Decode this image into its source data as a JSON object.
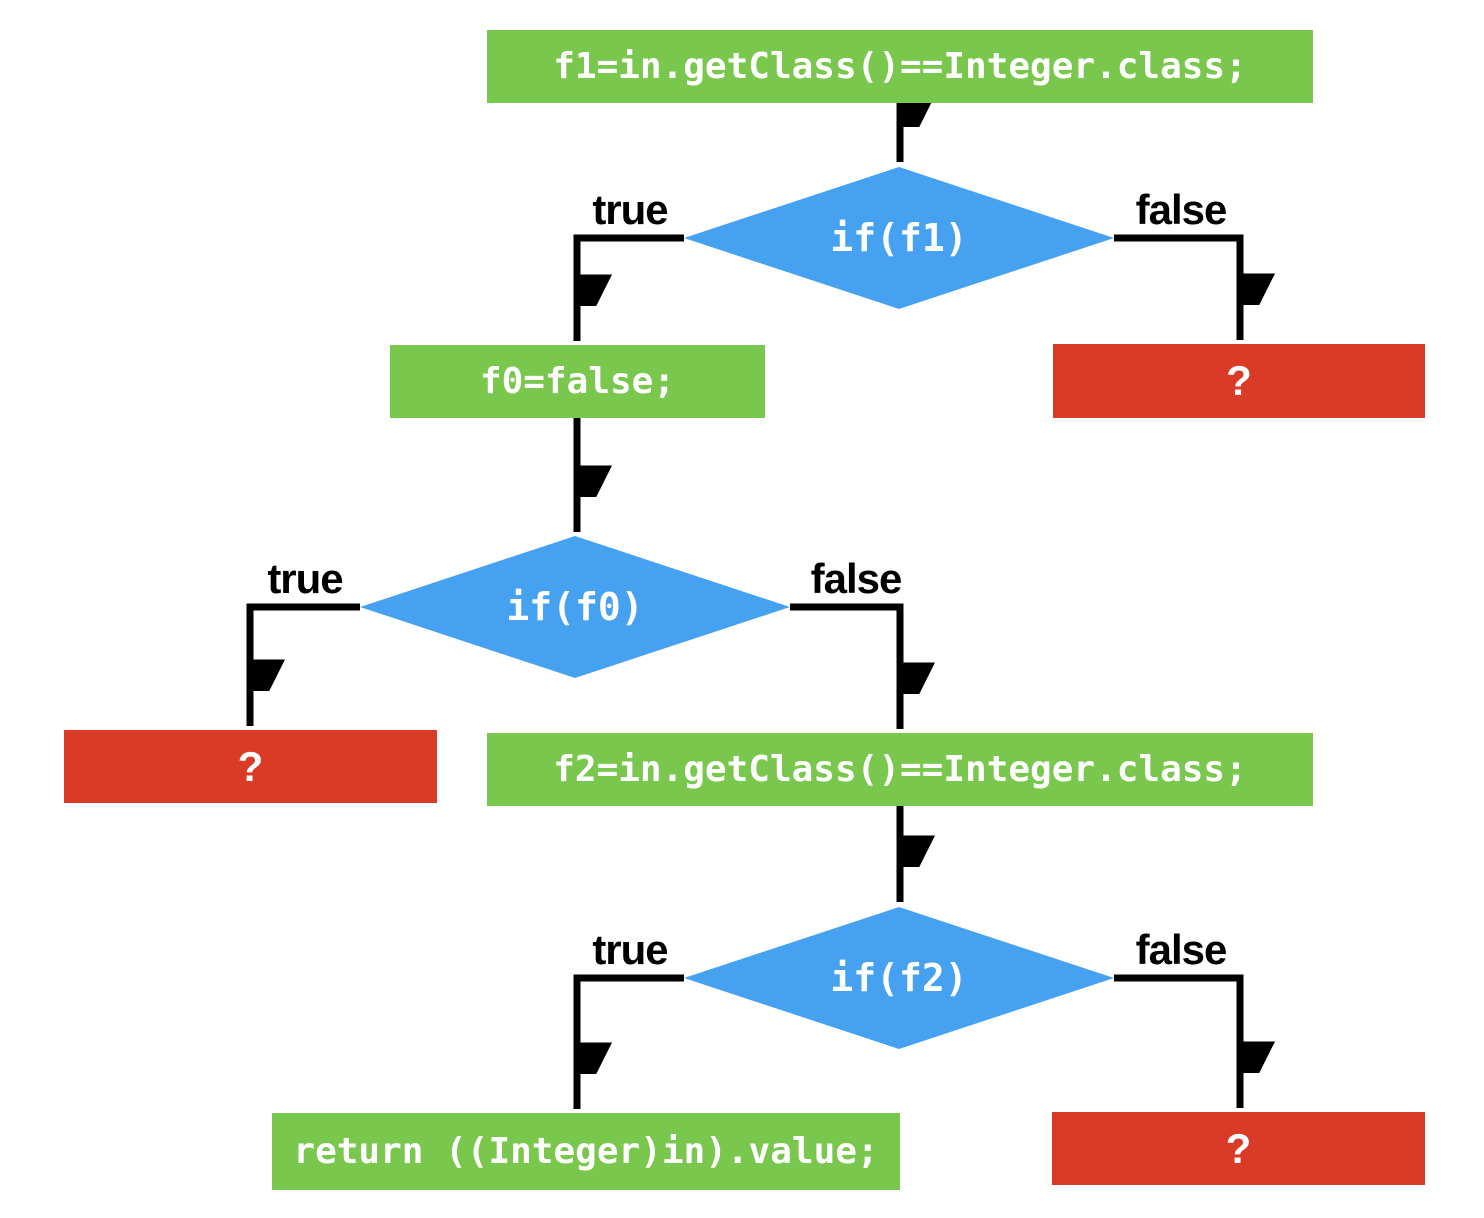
{
  "diagram": {
    "type": "flowchart",
    "colors": {
      "process_fill": "#7AC74E",
      "decision_fill": "#47A1F1",
      "unknown_fill": "#D93B27",
      "arrow": "#000000",
      "node_text": "#FFFFFF",
      "edge_label_text": "#000000",
      "background": "#FFFFFF"
    },
    "nodes": {
      "f1_assign": {
        "type": "process",
        "label": "f1=in.getClass()==Integer.class;"
      },
      "if_f1": {
        "type": "decision",
        "label": "if(f1)"
      },
      "f0_assign": {
        "type": "process",
        "label": "f0=false;"
      },
      "unknown_top_right": {
        "type": "unknown",
        "label": "?"
      },
      "if_f0": {
        "type": "decision",
        "label": "if(f0)"
      },
      "unknown_mid_left": {
        "type": "unknown",
        "label": "?"
      },
      "f2_assign": {
        "type": "process",
        "label": "f2=in.getClass()==Integer.class;"
      },
      "if_f2": {
        "type": "decision",
        "label": "if(f2)"
      },
      "return_value": {
        "type": "process",
        "label": "return ((Integer)in).value;"
      },
      "unknown_bottom_right": {
        "type": "unknown",
        "label": "?"
      }
    },
    "edge_labels": {
      "if_f1_true": "true",
      "if_f1_false": "false",
      "if_f0_true": "true",
      "if_f0_false": "false",
      "if_f2_true": "true",
      "if_f2_false": "false"
    },
    "edges": [
      {
        "from": "f1_assign",
        "to": "if_f1",
        "label": ""
      },
      {
        "from": "if_f1",
        "to": "f0_assign",
        "label": "true"
      },
      {
        "from": "if_f1",
        "to": "unknown_top_right",
        "label": "false"
      },
      {
        "from": "f0_assign",
        "to": "if_f0",
        "label": ""
      },
      {
        "from": "if_f0",
        "to": "unknown_mid_left",
        "label": "true"
      },
      {
        "from": "if_f0",
        "to": "f2_assign",
        "label": "false"
      },
      {
        "from": "f2_assign",
        "to": "if_f2",
        "label": ""
      },
      {
        "from": "if_f2",
        "to": "return_value",
        "label": "true"
      },
      {
        "from": "if_f2",
        "to": "unknown_bottom_right",
        "label": "false"
      }
    ]
  }
}
